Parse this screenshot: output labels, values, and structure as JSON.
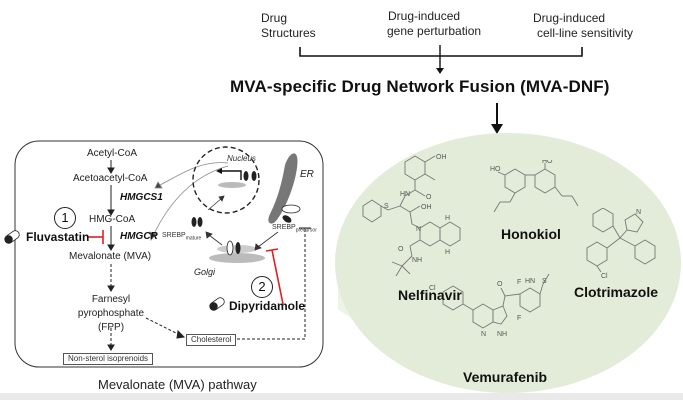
{
  "inputs": {
    "drug_structures": [
      "Drug",
      "Structures"
    ],
    "gene_perturbation": [
      "Drug-induced",
      "gene perturbation"
    ],
    "cellline_sensitivity": [
      "Drug-induced",
      "cell-line sensitivity"
    ]
  },
  "title": "MVA-specific Drug Network Fusion (MVA-DNF)",
  "pathway": {
    "caption": "Mevalonate (MVA) pathway",
    "steps": {
      "acetyl_coa": "Acetyl-CoA",
      "acetoacetyl_coa": "Acetoacetyl-CoA",
      "hmg_coa": "HMG-CoA",
      "mevalonate": "Mevalonate (MVA)",
      "fpp": [
        "Farnesyl",
        "pyrophosphate",
        "(FPP)"
      ],
      "non_sterol": "Non-sterol isoprenoids",
      "cholesterol": "Cholesterol"
    },
    "genes": {
      "hmgcs1": "HMGCS1",
      "hmgcr": "HMGCR"
    },
    "organelles": {
      "nucleus": "Nucleus",
      "er": "ER",
      "golgi": "Golgi"
    },
    "srebp": {
      "mature": "SREBP",
      "mature_sub": "mature",
      "precursor": "SREBP",
      "precursor_sub": "precursor"
    },
    "inhibitors": [
      {
        "number": "1",
        "drug": "Fluvastatin",
        "color": "#e02020"
      },
      {
        "number": "2",
        "drug": "Dipyridamole",
        "color": "#e02020"
      }
    ]
  },
  "candidates": {
    "bubble_color": "#e3ecd9",
    "drugs": [
      "Nelfinavir",
      "Honokiol",
      "Clotrimazole",
      "Vemurafenib"
    ],
    "atoms": {
      "oh": "OH",
      "ho": "HO",
      "hn": "HN",
      "nh": "NH",
      "n": "N",
      "h": "H",
      "s": "S",
      "o": "O",
      "cl": "Cl",
      "f": "F",
      "so": "S"
    }
  }
}
